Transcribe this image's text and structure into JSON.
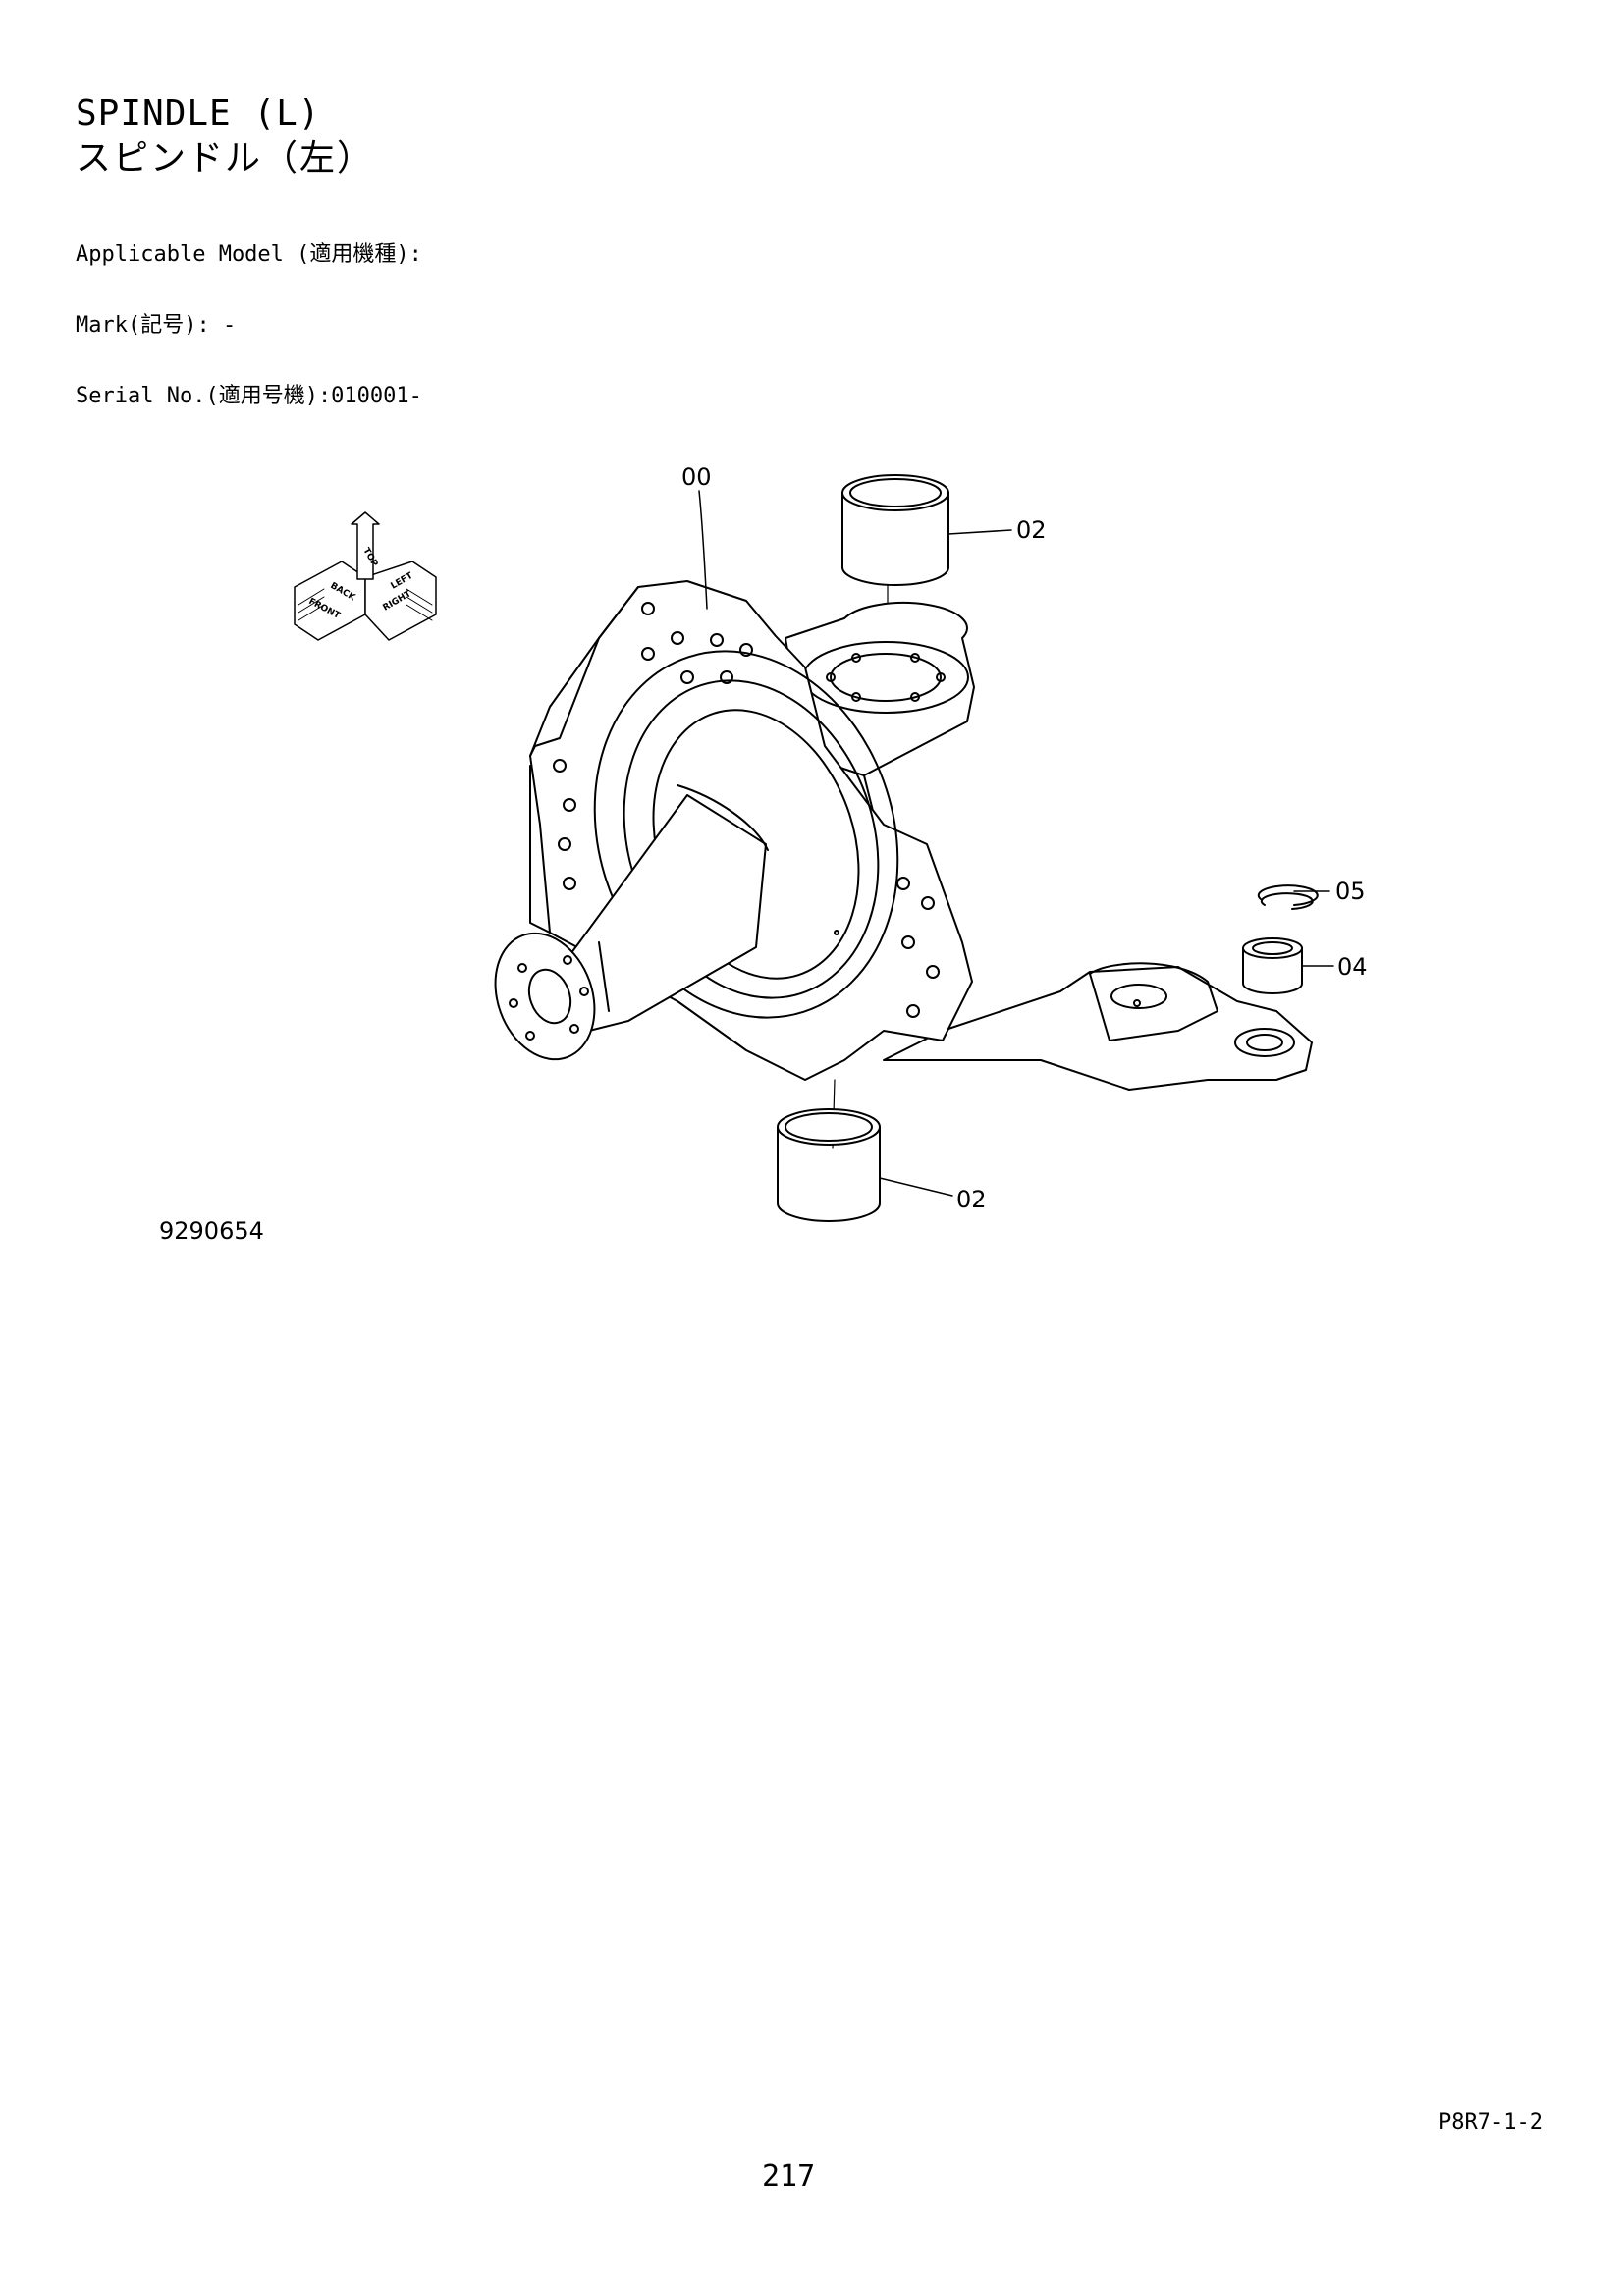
{
  "header": {
    "title_en": "SPINDLE (L)",
    "title_jp": "スピンドル（左）",
    "applicable_model": "Applicable Model (適用機種):",
    "mark": "Mark(記号): -",
    "serial_no": "Serial No.(適用号機):010001-"
  },
  "figure": {
    "number": "9290654",
    "direction_labels": {
      "top": "TOP",
      "front": "FRONT",
      "right": "RIGHT",
      "back": "BACK",
      "left": "LEFT"
    },
    "callouts": {
      "spindle": "00",
      "bushing_upper": "02",
      "bushing_lower": "02",
      "snap_ring": "05",
      "bearing": "04"
    }
  },
  "footer": {
    "page_code": "P8R7-1-2",
    "page_number": "217"
  }
}
